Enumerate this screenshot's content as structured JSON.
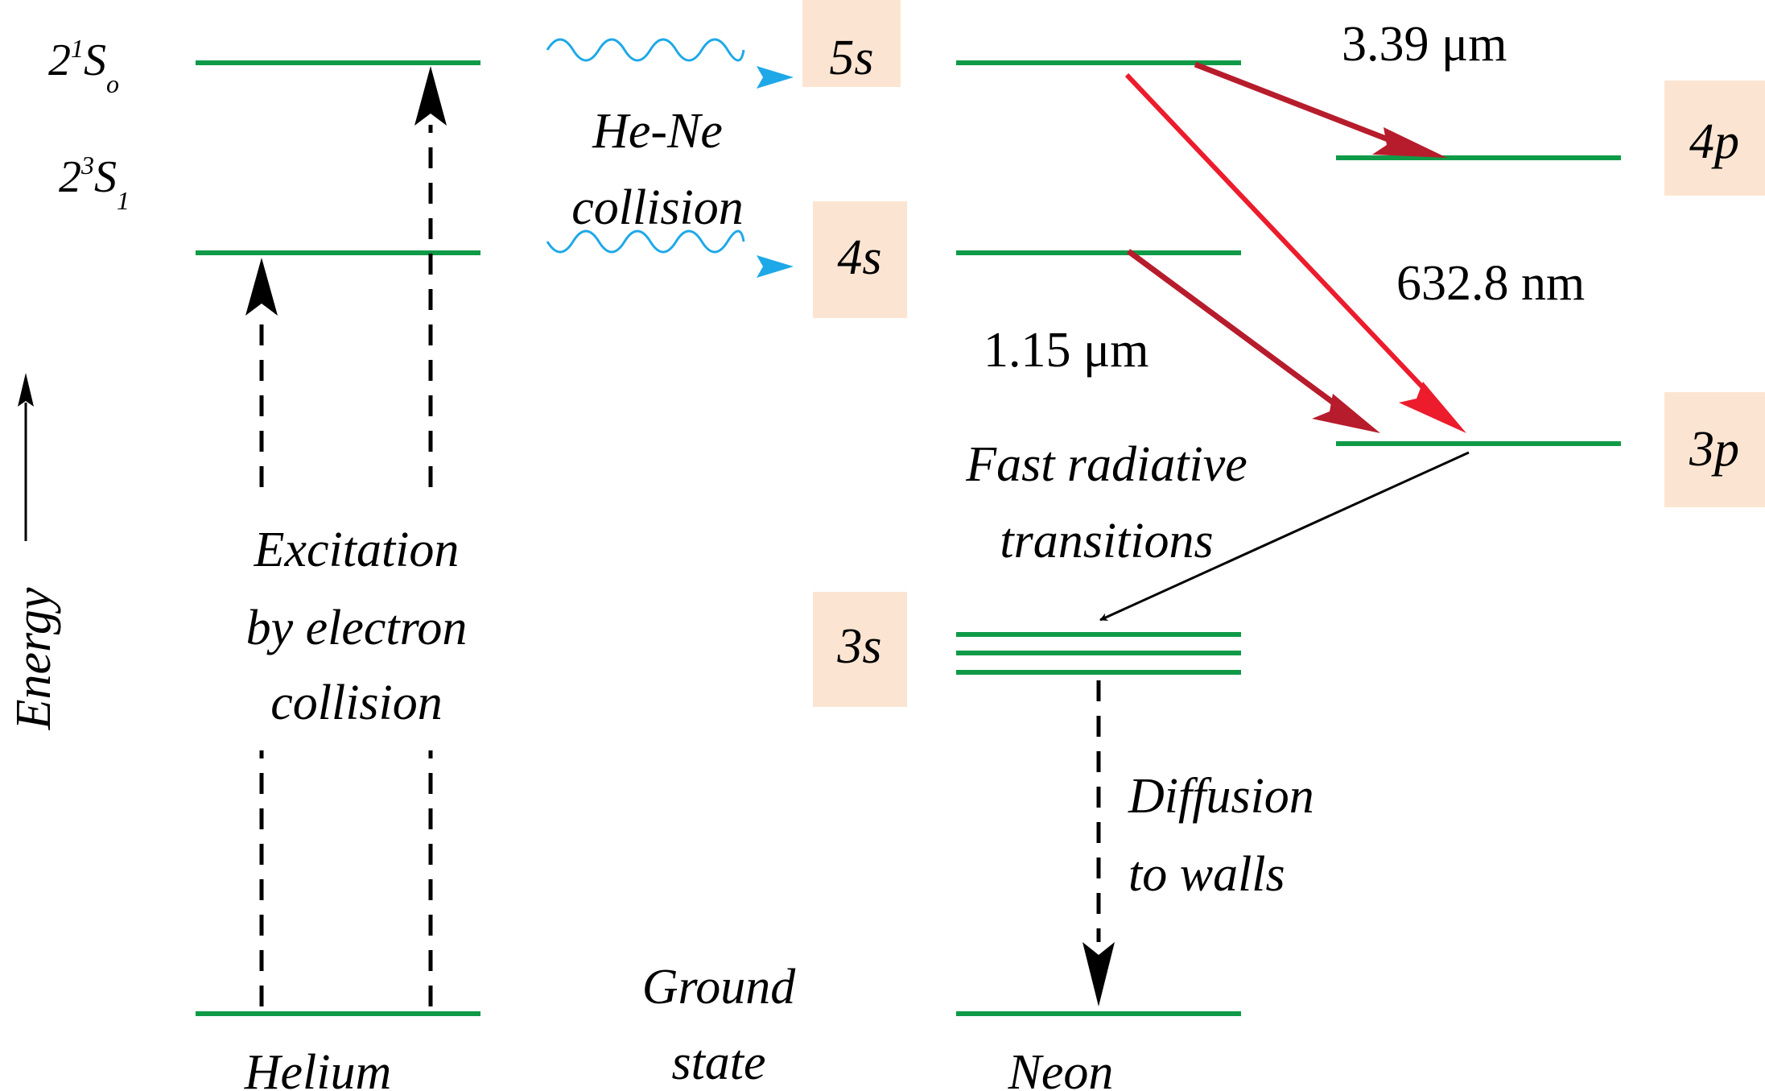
{
  "colors": {
    "level": "#0f9a48",
    "laser_dark": "#b71c2c",
    "laser_bright": "#ec1c2d",
    "collision_wave": "#1ea8e8",
    "box_fill": "#fbe5d2",
    "ink": "#000000"
  },
  "helium": {
    "state_upper_main": "2",
    "state_upper_sup": "1",
    "state_upper_letter": "S",
    "state_upper_sub": "o",
    "state_lower_main": "2",
    "state_lower_sup": "3",
    "state_lower_letter": "S",
    "state_lower_sub": "1",
    "excitation_line1": "Excitation",
    "excitation_line2": "by electron",
    "excitation_line3": "collision",
    "name": "Helium"
  },
  "energy_axis_label": "Energy",
  "collision_line1": "He-Ne",
  "collision_line2": "collision",
  "ground_state_line1": "Ground",
  "ground_state_line2": "state",
  "neon": {
    "level_5s": "5s",
    "level_4s": "4s",
    "level_3s": "3s",
    "level_4p": "4p",
    "level_3p": "3p",
    "name": "Neon"
  },
  "wavelengths": {
    "w_3_39": "3.39 μm",
    "w_632_8": "632.8 nm",
    "w_1_15": "1.15 μm"
  },
  "fast_line1": "Fast radiative",
  "fast_line2": "transitions",
  "diffusion_line1": "Diffusion",
  "diffusion_line2": "to walls"
}
